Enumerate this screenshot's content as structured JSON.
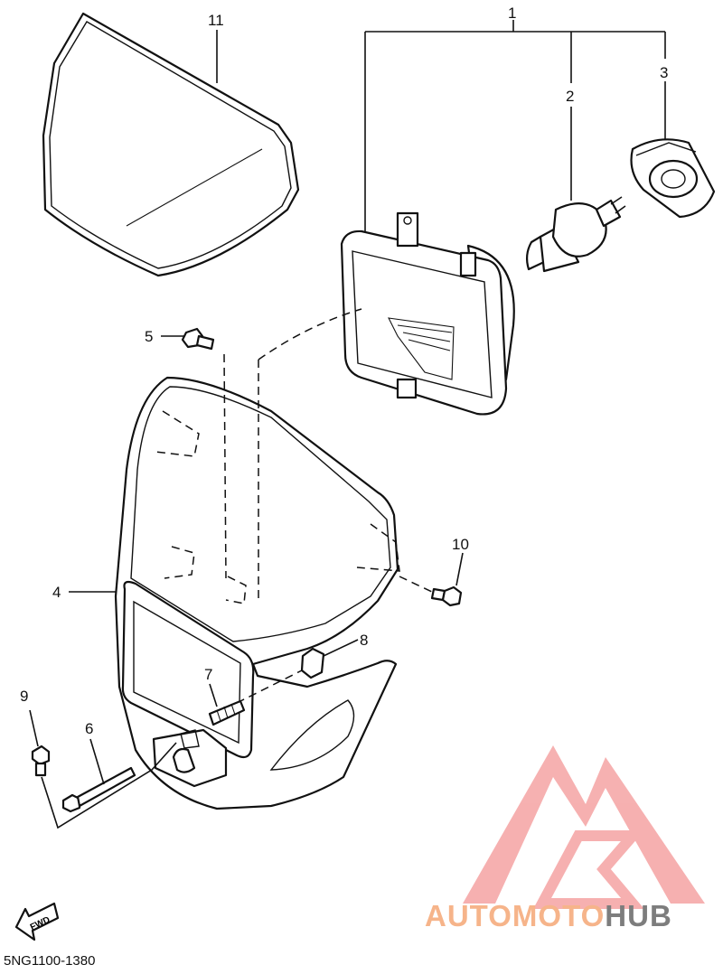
{
  "callouts": [
    {
      "id": "1",
      "label": "1"
    },
    {
      "id": "2",
      "label": "2"
    },
    {
      "id": "3",
      "label": "3"
    },
    {
      "id": "4",
      "label": "4"
    },
    {
      "id": "5",
      "label": "5"
    },
    {
      "id": "6",
      "label": "6"
    },
    {
      "id": "7",
      "label": "7"
    },
    {
      "id": "8",
      "label": "8"
    },
    {
      "id": "9",
      "label": "9"
    },
    {
      "id": "10",
      "label": "10"
    },
    {
      "id": "11",
      "label": "11"
    }
  ],
  "fwd_label": "FWD",
  "drawing_code": "5NG1100-1380",
  "watermark": {
    "part1": "AUTO",
    "part2": "MOTO",
    "part3": "HUB",
    "color_primary": "#f6b48a",
    "color_secondary": "#7d7d7d",
    "logo_color": "#f5a3a3"
  }
}
